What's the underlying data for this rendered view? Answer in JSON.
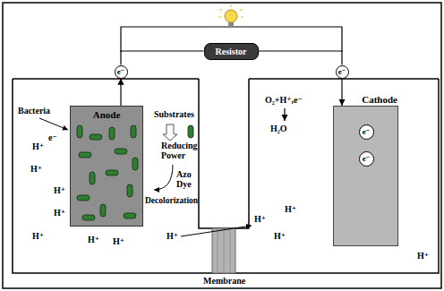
{
  "diagram": {
    "nodes": [
      {
        "text": [
          "Resistor"
        ]
      },
      {
        "text": [
          "e⁻"
        ]
      },
      {
        "text": [
          "e⁻"
        ]
      },
      {
        "text": [
          "Anode"
        ]
      },
      {
        "text": [
          "Cathode"
        ]
      },
      {
        "text": [
          "e⁻"
        ],
        "in": 4
      },
      {
        "text": [
          "e⁻"
        ],
        "in": 4
      }
    ],
    "edges": [
      {
        "from": 3,
        "to": 1,
        "arrow": "to"
      },
      {
        "from": 1,
        "to": 0,
        "arrow": "none"
      },
      {
        "from": 0,
        "to": 2,
        "arrow": "none"
      },
      {
        "from": 2,
        "to": 4,
        "arrow": "to"
      }
    ],
    "labels": [
      "Bacteria",
      "e⁻",
      "Substrates",
      "Reducing Power",
      "Azo Dye",
      "Decolorization",
      "H⁺",
      "H⁺",
      "H⁺",
      "H⁺",
      "H⁺",
      "H⁺",
      "H⁺",
      "H⁺",
      "H⁺",
      "H⁺",
      "H⁺",
      "H⁺",
      "O₂+H⁺,e⁻",
      "H₂O",
      "Membrane"
    ]
  }
}
